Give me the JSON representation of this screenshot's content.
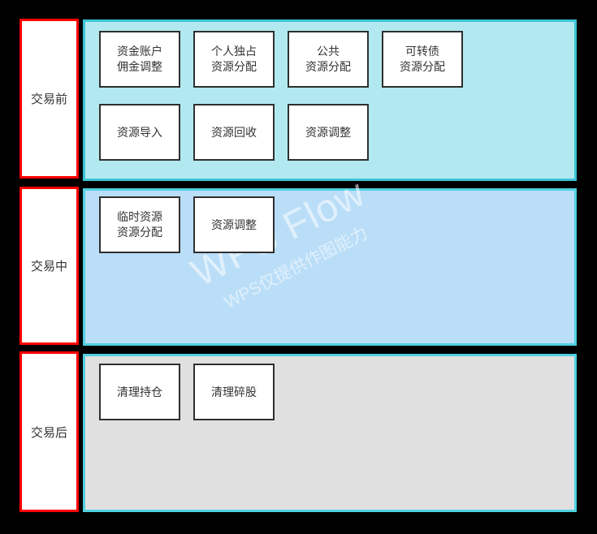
{
  "watermark": {
    "title": "WPS Flow",
    "subtitle": "WPS仅提供作图能力"
  },
  "colors": {
    "background": "#000000",
    "lane_label_border": "#fe0000",
    "lane1_fill": "#b2e9f1",
    "lane1_border": "#3cc5d6",
    "lane2_fill": "#badef8",
    "lane2_border": "#4fd1e2",
    "lane3_fill": "#e0e0e0",
    "lane3_border": "#4fd1e2",
    "node_fill": "#ffffff",
    "node_border": "#2f2f2f"
  },
  "lanes": [
    {
      "label": "交易前",
      "rows": [
        {
          "boxes": [
            {
              "lines": [
                "资金账户",
                "佣金调整"
              ]
            },
            {
              "lines": [
                "个人独占",
                "资源分配"
              ]
            },
            {
              "lines": [
                "公共",
                "资源分配"
              ]
            },
            {
              "lines": [
                "可转债",
                "资源分配"
              ]
            }
          ]
        },
        {
          "boxes": [
            {
              "lines": [
                "资源导入"
              ]
            },
            {
              "lines": [
                "资源回收"
              ]
            },
            {
              "lines": [
                "资源调整"
              ]
            }
          ]
        }
      ]
    },
    {
      "label": "交易中",
      "rows": [
        {
          "boxes": [
            {
              "lines": [
                "临时资源",
                "资源分配"
              ]
            },
            {
              "lines": [
                "资源调整"
              ]
            }
          ]
        }
      ]
    },
    {
      "label": "交易后",
      "rows": [
        {
          "boxes": [
            {
              "lines": [
                "清理持仓"
              ]
            },
            {
              "lines": [
                "清理碎股"
              ]
            }
          ]
        }
      ]
    }
  ]
}
